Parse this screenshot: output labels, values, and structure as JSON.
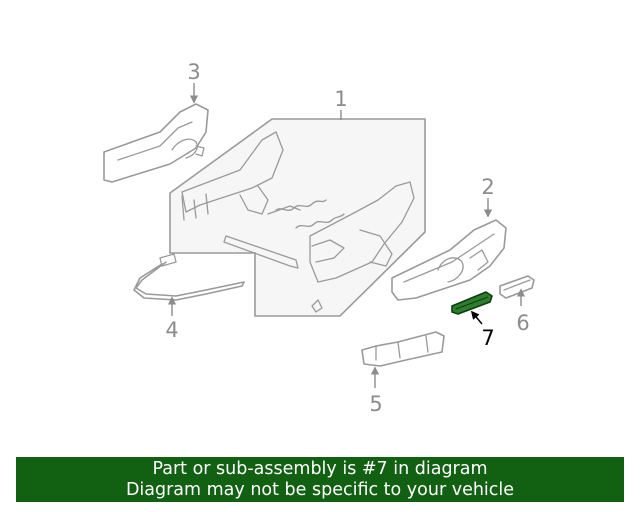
{
  "callouts": {
    "c1": "1",
    "c2": "2",
    "c3": "3",
    "c4": "4",
    "c5": "5",
    "c6": "6",
    "c7": "7"
  },
  "highlight": {
    "part": "7",
    "color": "#2e7d2e"
  },
  "banner": {
    "line1": "Part or sub-assembly is #7 in diagram",
    "line2": "Diagram may not be specific to your vehicle",
    "background": "#126012"
  }
}
